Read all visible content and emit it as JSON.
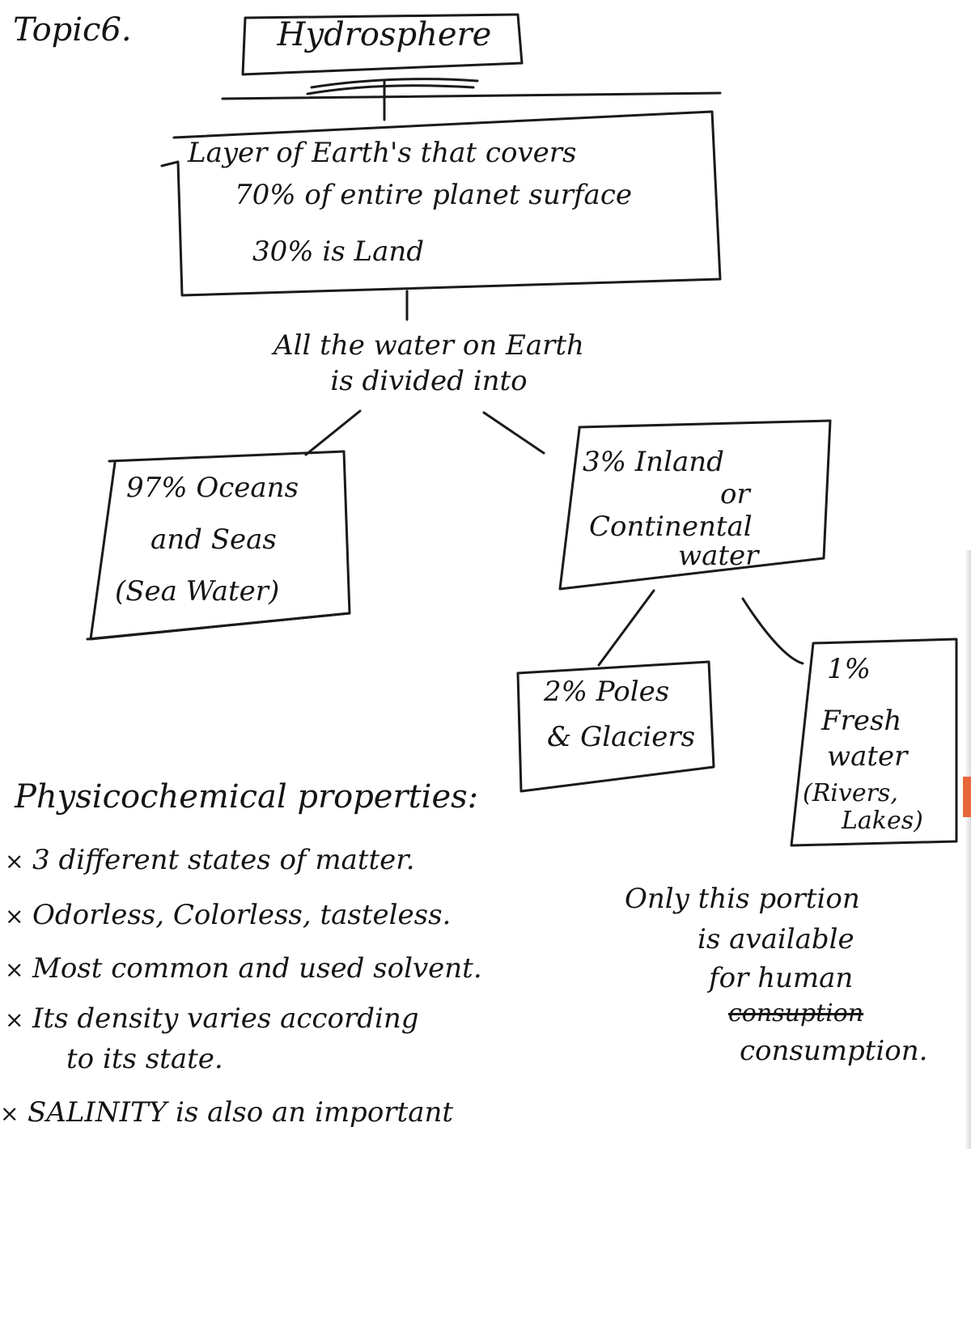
{
  "topic_label": "Topic6.",
  "title": "Hydrosphere",
  "definition": {
    "line1": "Layer of Earth's that covers",
    "line2": "70% of entire planet surface",
    "line3": "30% is Land"
  },
  "division_text": {
    "line1": "All the water on Earth",
    "line2": "is divided into"
  },
  "oceans_box": {
    "line1": "97% Oceans",
    "line2": "and Seas",
    "line3": "(Sea Water)"
  },
  "inland_box": {
    "line1": "3% Inland",
    "line2": "or",
    "line3": "Continental",
    "line4": "water"
  },
  "poles_box": {
    "line1": "2% Poles",
    "line2": "& Glaciers"
  },
  "fresh_box": {
    "line1": "1%",
    "line2": "Fresh",
    "line3": "water",
    "line4": "(Rivers,",
    "line5": "Lakes)"
  },
  "availability_note": {
    "line1": "Only this portion",
    "line2": "is available",
    "line3": "for human",
    "struck_word": "consuption",
    "line4": "consumption."
  },
  "properties": {
    "heading": "Physicochemical properties:",
    "bullet_symbol": "×",
    "items": [
      "3 different states of matter.",
      "Odorless, Colorless, tasteless.",
      "Most common and used solvent.",
      "Its density varies according",
      "SALINITY is also an important"
    ],
    "item4_continuation": "to its state."
  }
}
